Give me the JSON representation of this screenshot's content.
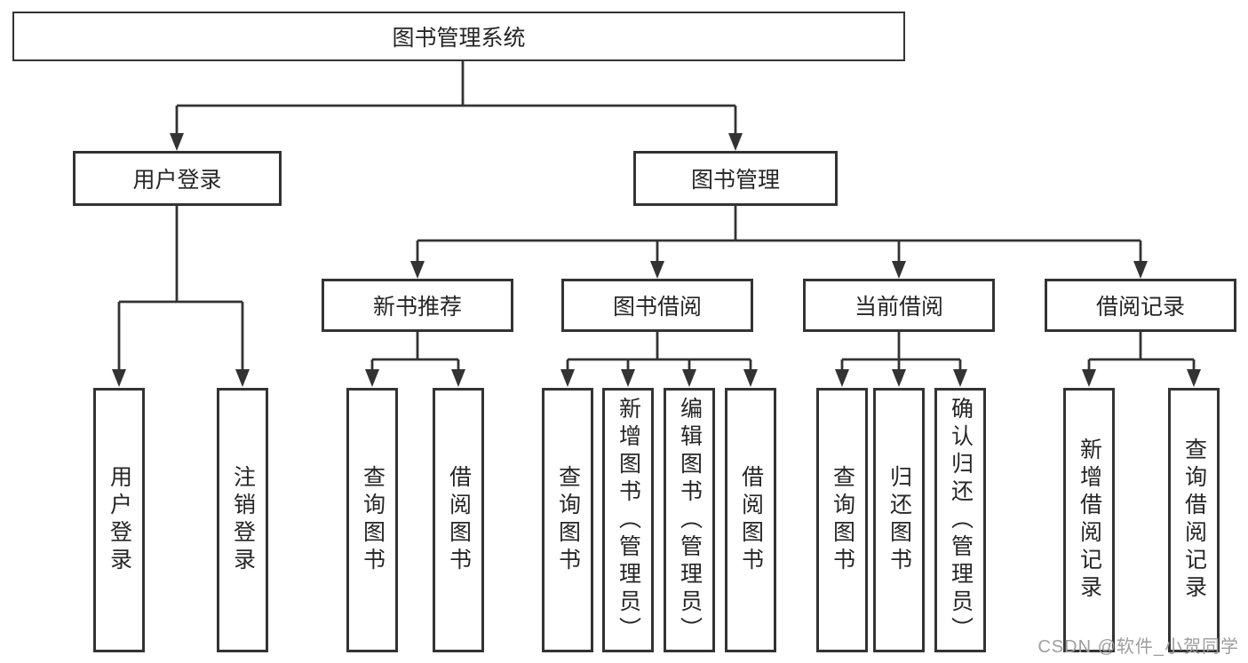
{
  "tree": {
    "root": {
      "label": "图书管理系统"
    },
    "branches": [
      {
        "label": "用户登录",
        "children": [
          {
            "label": "用户登录"
          },
          {
            "label": "注销登录"
          }
        ]
      },
      {
        "label": "图书管理",
        "children": [
          {
            "label": "新书推荐",
            "children": [
              {
                "label": "查询图书"
              },
              {
                "label": "借阅图书"
              }
            ]
          },
          {
            "label": "图书借阅",
            "children": [
              {
                "label": "查询图书"
              },
              {
                "label": "新增图书（管理员）"
              },
              {
                "label": "编辑图书（管理员）"
              },
              {
                "label": "借阅图书"
              }
            ]
          },
          {
            "label": "当前借阅",
            "children": [
              {
                "label": "查询图书"
              },
              {
                "label": "归还图书"
              },
              {
                "label": "确认归还（管理员）"
              }
            ]
          },
          {
            "label": "借阅记录",
            "children": [
              {
                "label": "新增借阅记录"
              },
              {
                "label": "查询借阅记录"
              }
            ]
          }
        ]
      }
    ]
  },
  "watermark": "CSDN @软件_小贺同学",
  "colors": {
    "line": "#333333",
    "text": "#262626",
    "box_background": "#ffffff",
    "watermark": "#9e9e9e"
  }
}
